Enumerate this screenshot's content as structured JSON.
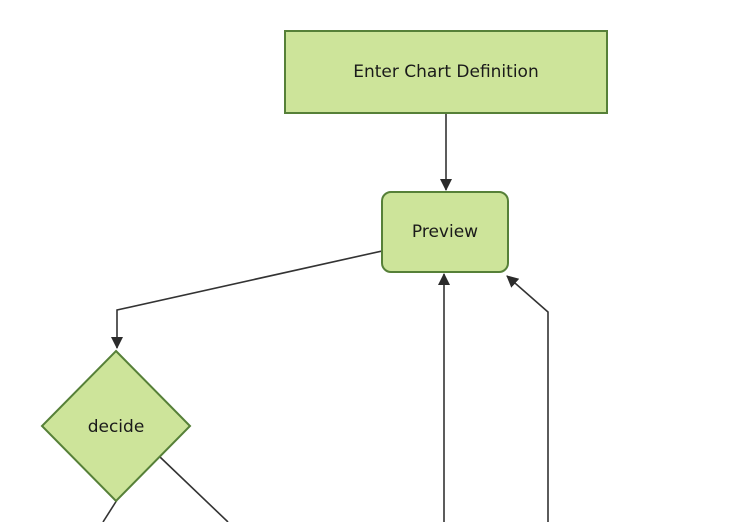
{
  "diagram": {
    "type": "flowchart",
    "background_color": "#ffffff",
    "node_fill": "#cde49a",
    "node_border": "#568038",
    "edge_color": "#333333",
    "arrowhead_color": "#2b2b2b",
    "text_color": "#1a1a1a",
    "nodes": [
      {
        "label": "Enter Chart Definition",
        "shape": "rectangle"
      },
      {
        "label": "Preview",
        "shape": "rounded-rectangle"
      },
      {
        "label": "decide",
        "shape": "diamond"
      }
    ],
    "edges": [
      {
        "from": "Enter Chart Definition",
        "to": "Preview",
        "arrow": true
      },
      {
        "from": "Preview",
        "to": "decide",
        "arrow": true
      },
      {
        "from": "offscreen-bottom",
        "to": "Preview",
        "arrow": true
      },
      {
        "from": "offscreen-bottom-right",
        "to": "Preview",
        "arrow": true
      },
      {
        "from": "decide",
        "to": "offscreen-bottom-left",
        "arrow": false
      },
      {
        "from": "decide",
        "to": "offscreen-bottom-right",
        "arrow": false
      }
    ]
  }
}
